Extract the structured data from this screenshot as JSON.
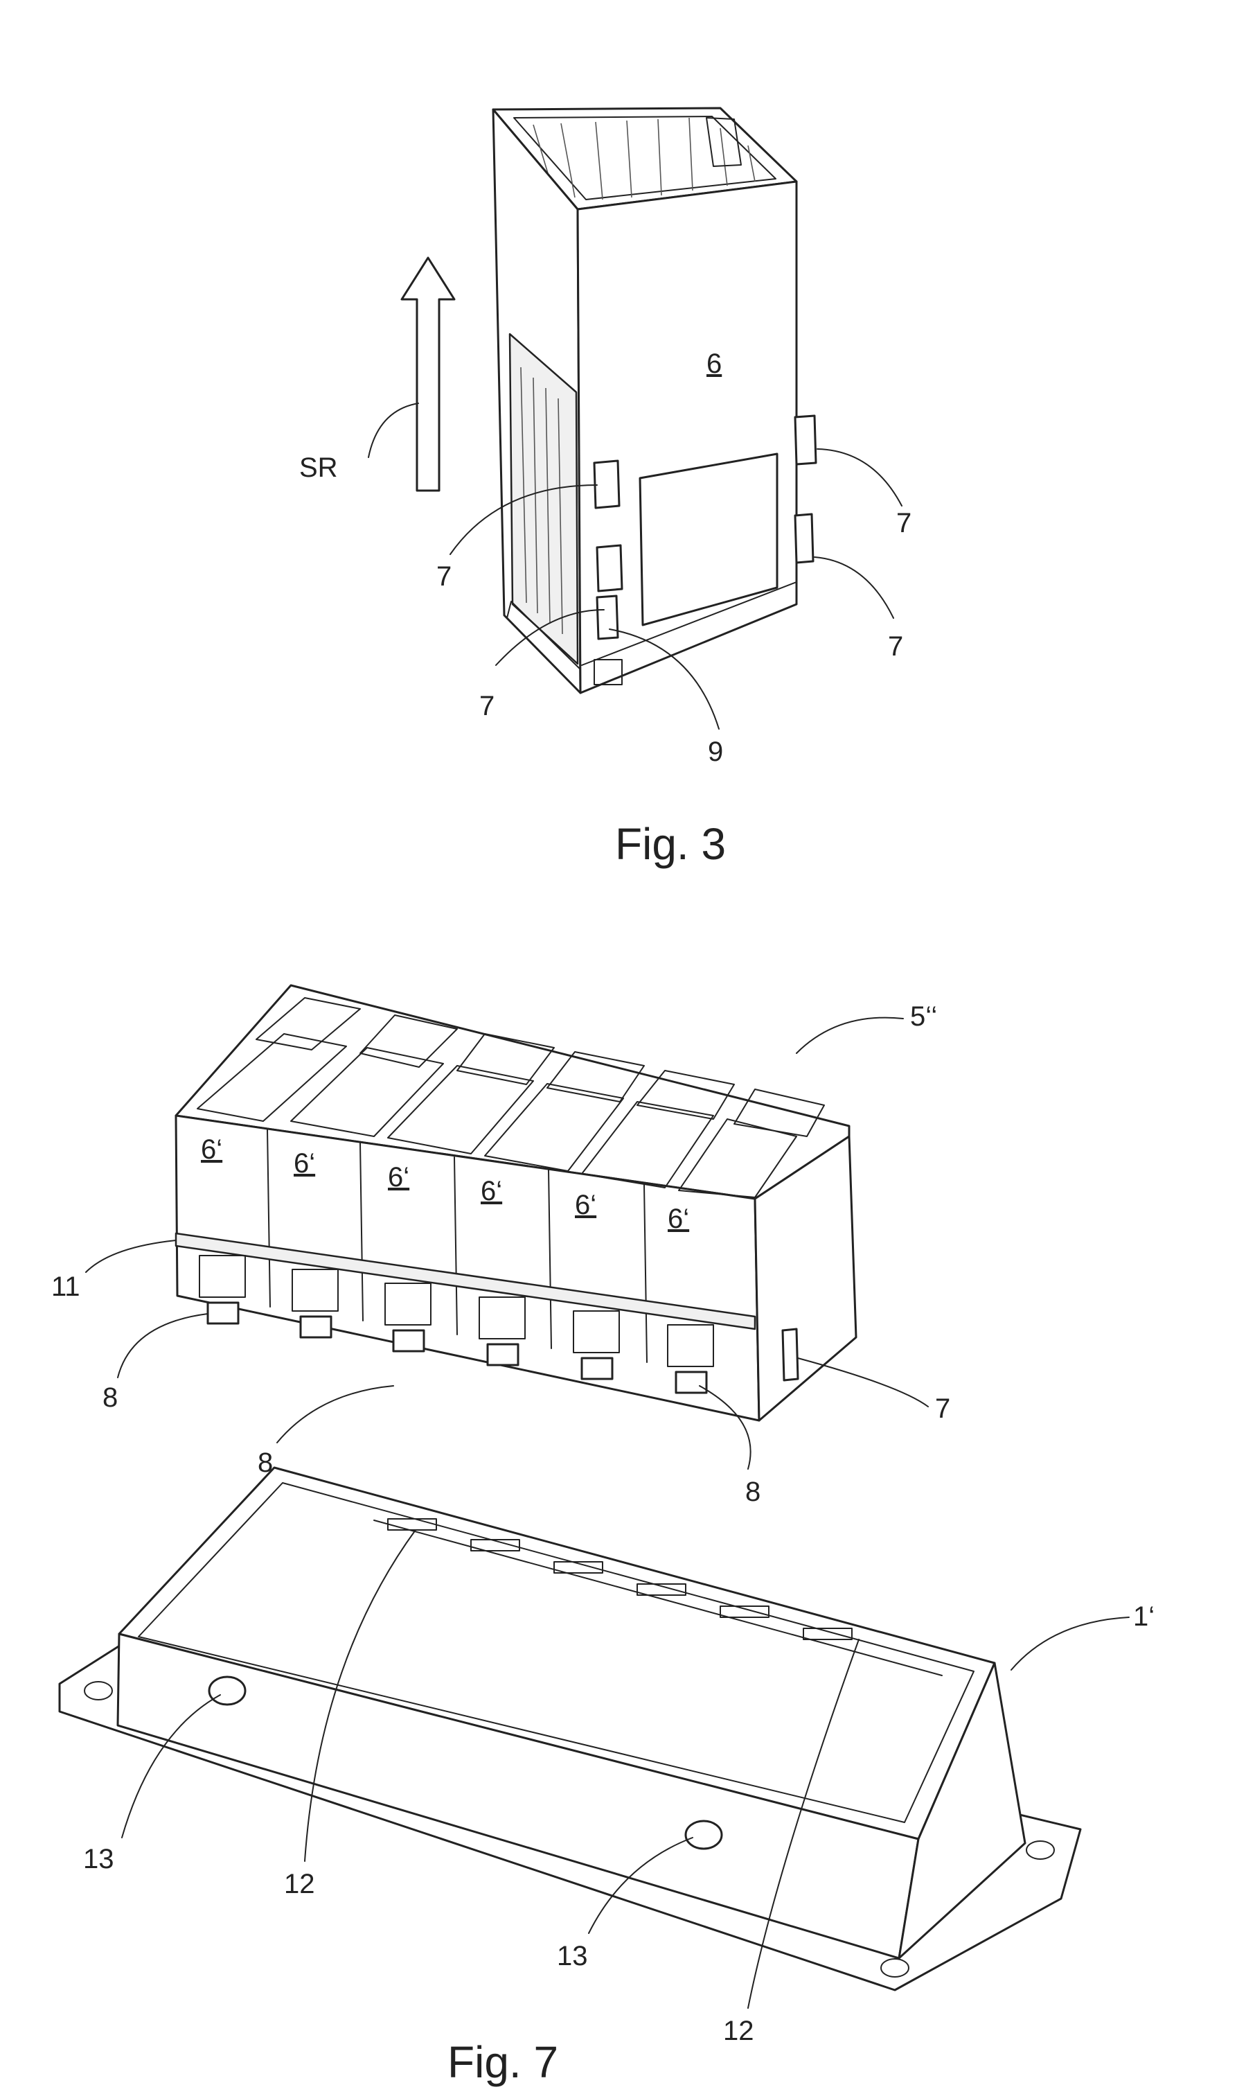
{
  "figures": [
    {
      "caption": "Fig. 3",
      "labels": {
        "housing": "6",
        "sr": "SR",
        "latch_a": "7",
        "latch_b": "7",
        "latch_c": "7",
        "latch_d": "7",
        "slot": "9"
      }
    },
    {
      "caption": "Fig. 7",
      "labels": {
        "assembly": "5‘‘",
        "frame": "1‘",
        "module_1": "6‘",
        "module_2": "6‘",
        "module_3": "6‘",
        "module_4": "6‘",
        "module_5": "6‘",
        "module_6": "6‘",
        "rail": "11",
        "latch": "7",
        "catch_a": "8",
        "catch_b": "8",
        "catch_c": "8",
        "groove_a": "12",
        "groove_b": "12",
        "boss_a": "13",
        "boss_b": "13"
      }
    }
  ]
}
